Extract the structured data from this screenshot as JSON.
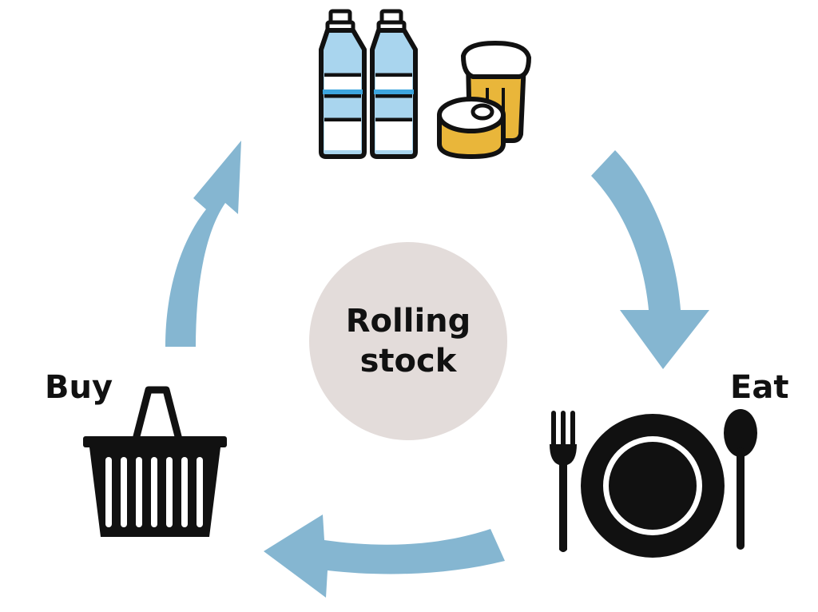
{
  "diagram": {
    "center": {
      "line1": "Rolling",
      "line2": "stock"
    },
    "nodes": {
      "top": {
        "icon": "water-bottles-and-canned-food-icon"
      },
      "left": {
        "label": "Buy",
        "icon": "shopping-basket-icon"
      },
      "right": {
        "label": "Eat",
        "icon": "plate-fork-spoon-icon"
      }
    },
    "colors": {
      "arrow": "#85b6d1",
      "center_circle": "#e3dcda",
      "icon_dark": "#111111",
      "bottle_water": "#a9d5ee",
      "bottle_band": "#3ea6df",
      "can_yellow": "#e9b63a"
    }
  }
}
